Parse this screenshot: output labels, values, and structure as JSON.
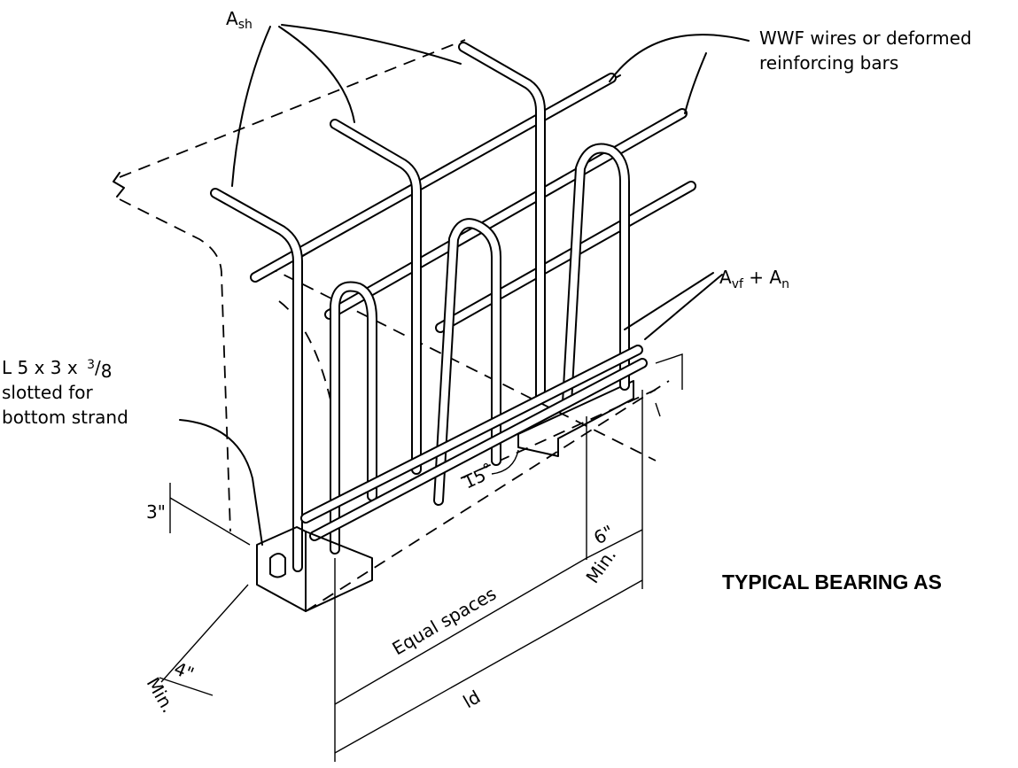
{
  "labels": {
    "ash": {
      "main": "A",
      "sub": "sh"
    },
    "wwf": {
      "line1": "WWF wires or deformed",
      "line2": "reinforcing bars"
    },
    "avf": {
      "a1": "A",
      "s1": "vf",
      "plus": " + ",
      "a2": "A",
      "s2": "n"
    },
    "angle": {
      "line1": "L 5 x 3 x",
      "frac_num": "3",
      "frac_den": "8",
      "line2": "slotted for",
      "line3": "bottom strand"
    },
    "dims": {
      "three": "3\"",
      "four": "4\"",
      "four_min": "Min.",
      "six": "6\"",
      "six_min": "Min.",
      "equal": "Equal spaces",
      "ld": "ld",
      "angle15": "15˚"
    }
  },
  "title": "TYPICAL BEARING AS"
}
